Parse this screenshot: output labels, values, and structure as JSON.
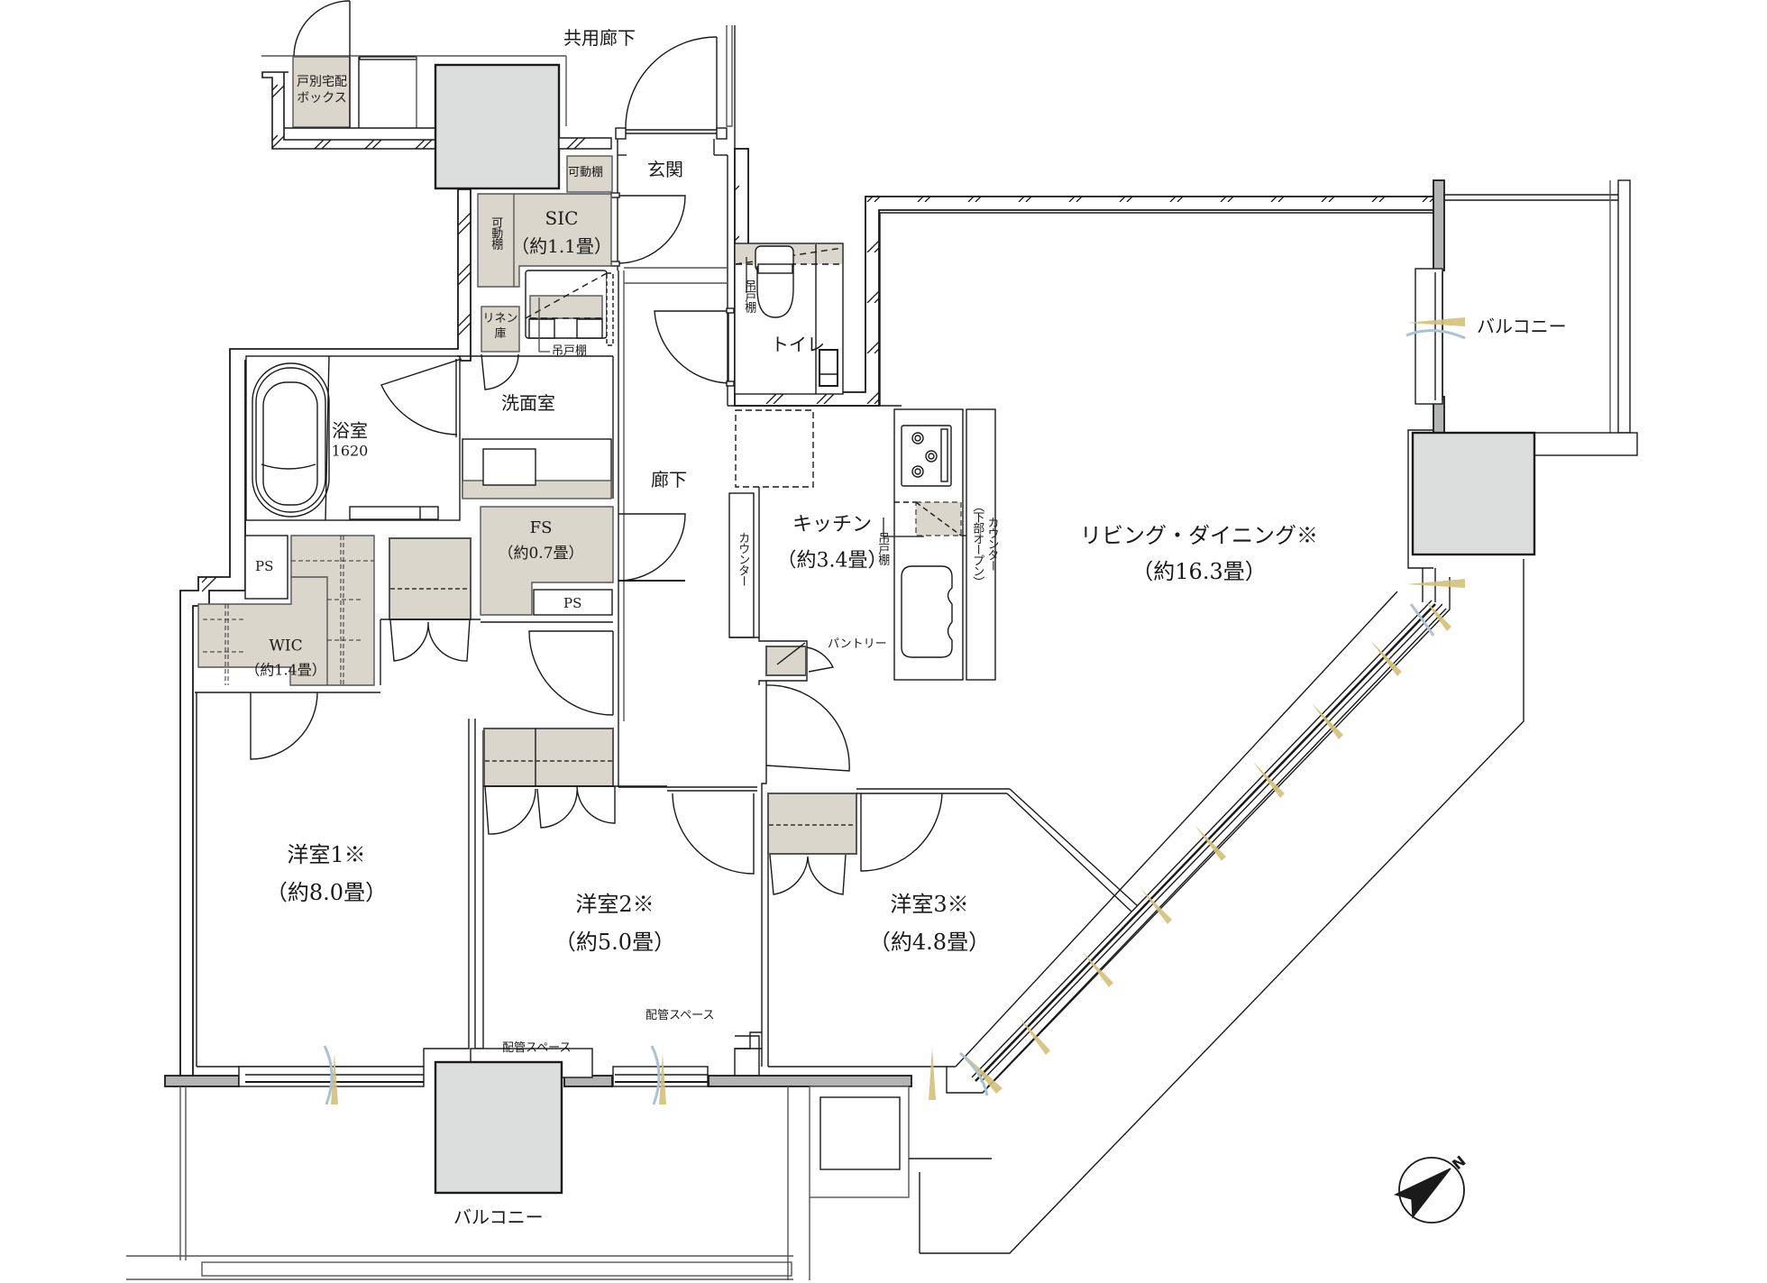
{
  "colors": {
    "wall": "#1a1a1a",
    "storage_fill": "#dbd6cc",
    "column_fill": "#dcdedd",
    "sash_fill": "#b3b5b4",
    "light_ray": "#d4c07a",
    "wind_arc": "#a9c3d4",
    "background": "#ffffff"
  },
  "labels": {
    "common_corridor": "共用廊下",
    "delivery_box": "戸別宅配\nボックス",
    "entrance": "玄関",
    "movable_shelf_top": "可動棚",
    "movable_shelf_side": "可動棚",
    "sic_name": "SIC",
    "sic_area": "（約1.1畳）",
    "linen": "リネン\n庫",
    "hanging_cupboard_wash": "吊戸棚",
    "washroom": "洗面室",
    "bath_name": "浴室",
    "bath_size": "1620",
    "toilet": "トイレ",
    "toilet_hanging": "吊戸棚",
    "corridor": "廊下",
    "kitchen_name": "キッチン",
    "kitchen_area": "（約3.4畳）",
    "kitchen_hanging": "吊戸棚",
    "counter_left": "カウンター",
    "counter_right": "カウンター\n（下部オープン）",
    "pantry": "パントリー",
    "fs_name": "FS",
    "fs_area": "（約0.7畳）",
    "ps_left": "PS",
    "ps_right": "PS",
    "wic_name": "WIC",
    "wic_area": "（約1.4畳）",
    "living_name": "リビング・ダイニング※",
    "living_area": "（約16.3畳）",
    "room1_name": "洋室1※",
    "room1_area": "（約8.0畳）",
    "room2_name": "洋室2※",
    "room2_area": "（約5.0畳）",
    "room3_name": "洋室3※",
    "room3_area": "（約4.8畳）",
    "piping_space_a": "配管スペース",
    "piping_space_b": "配管スペース",
    "balcony_east": "バルコニー",
    "balcony_south": "バルコニー",
    "compass_north": "N"
  }
}
